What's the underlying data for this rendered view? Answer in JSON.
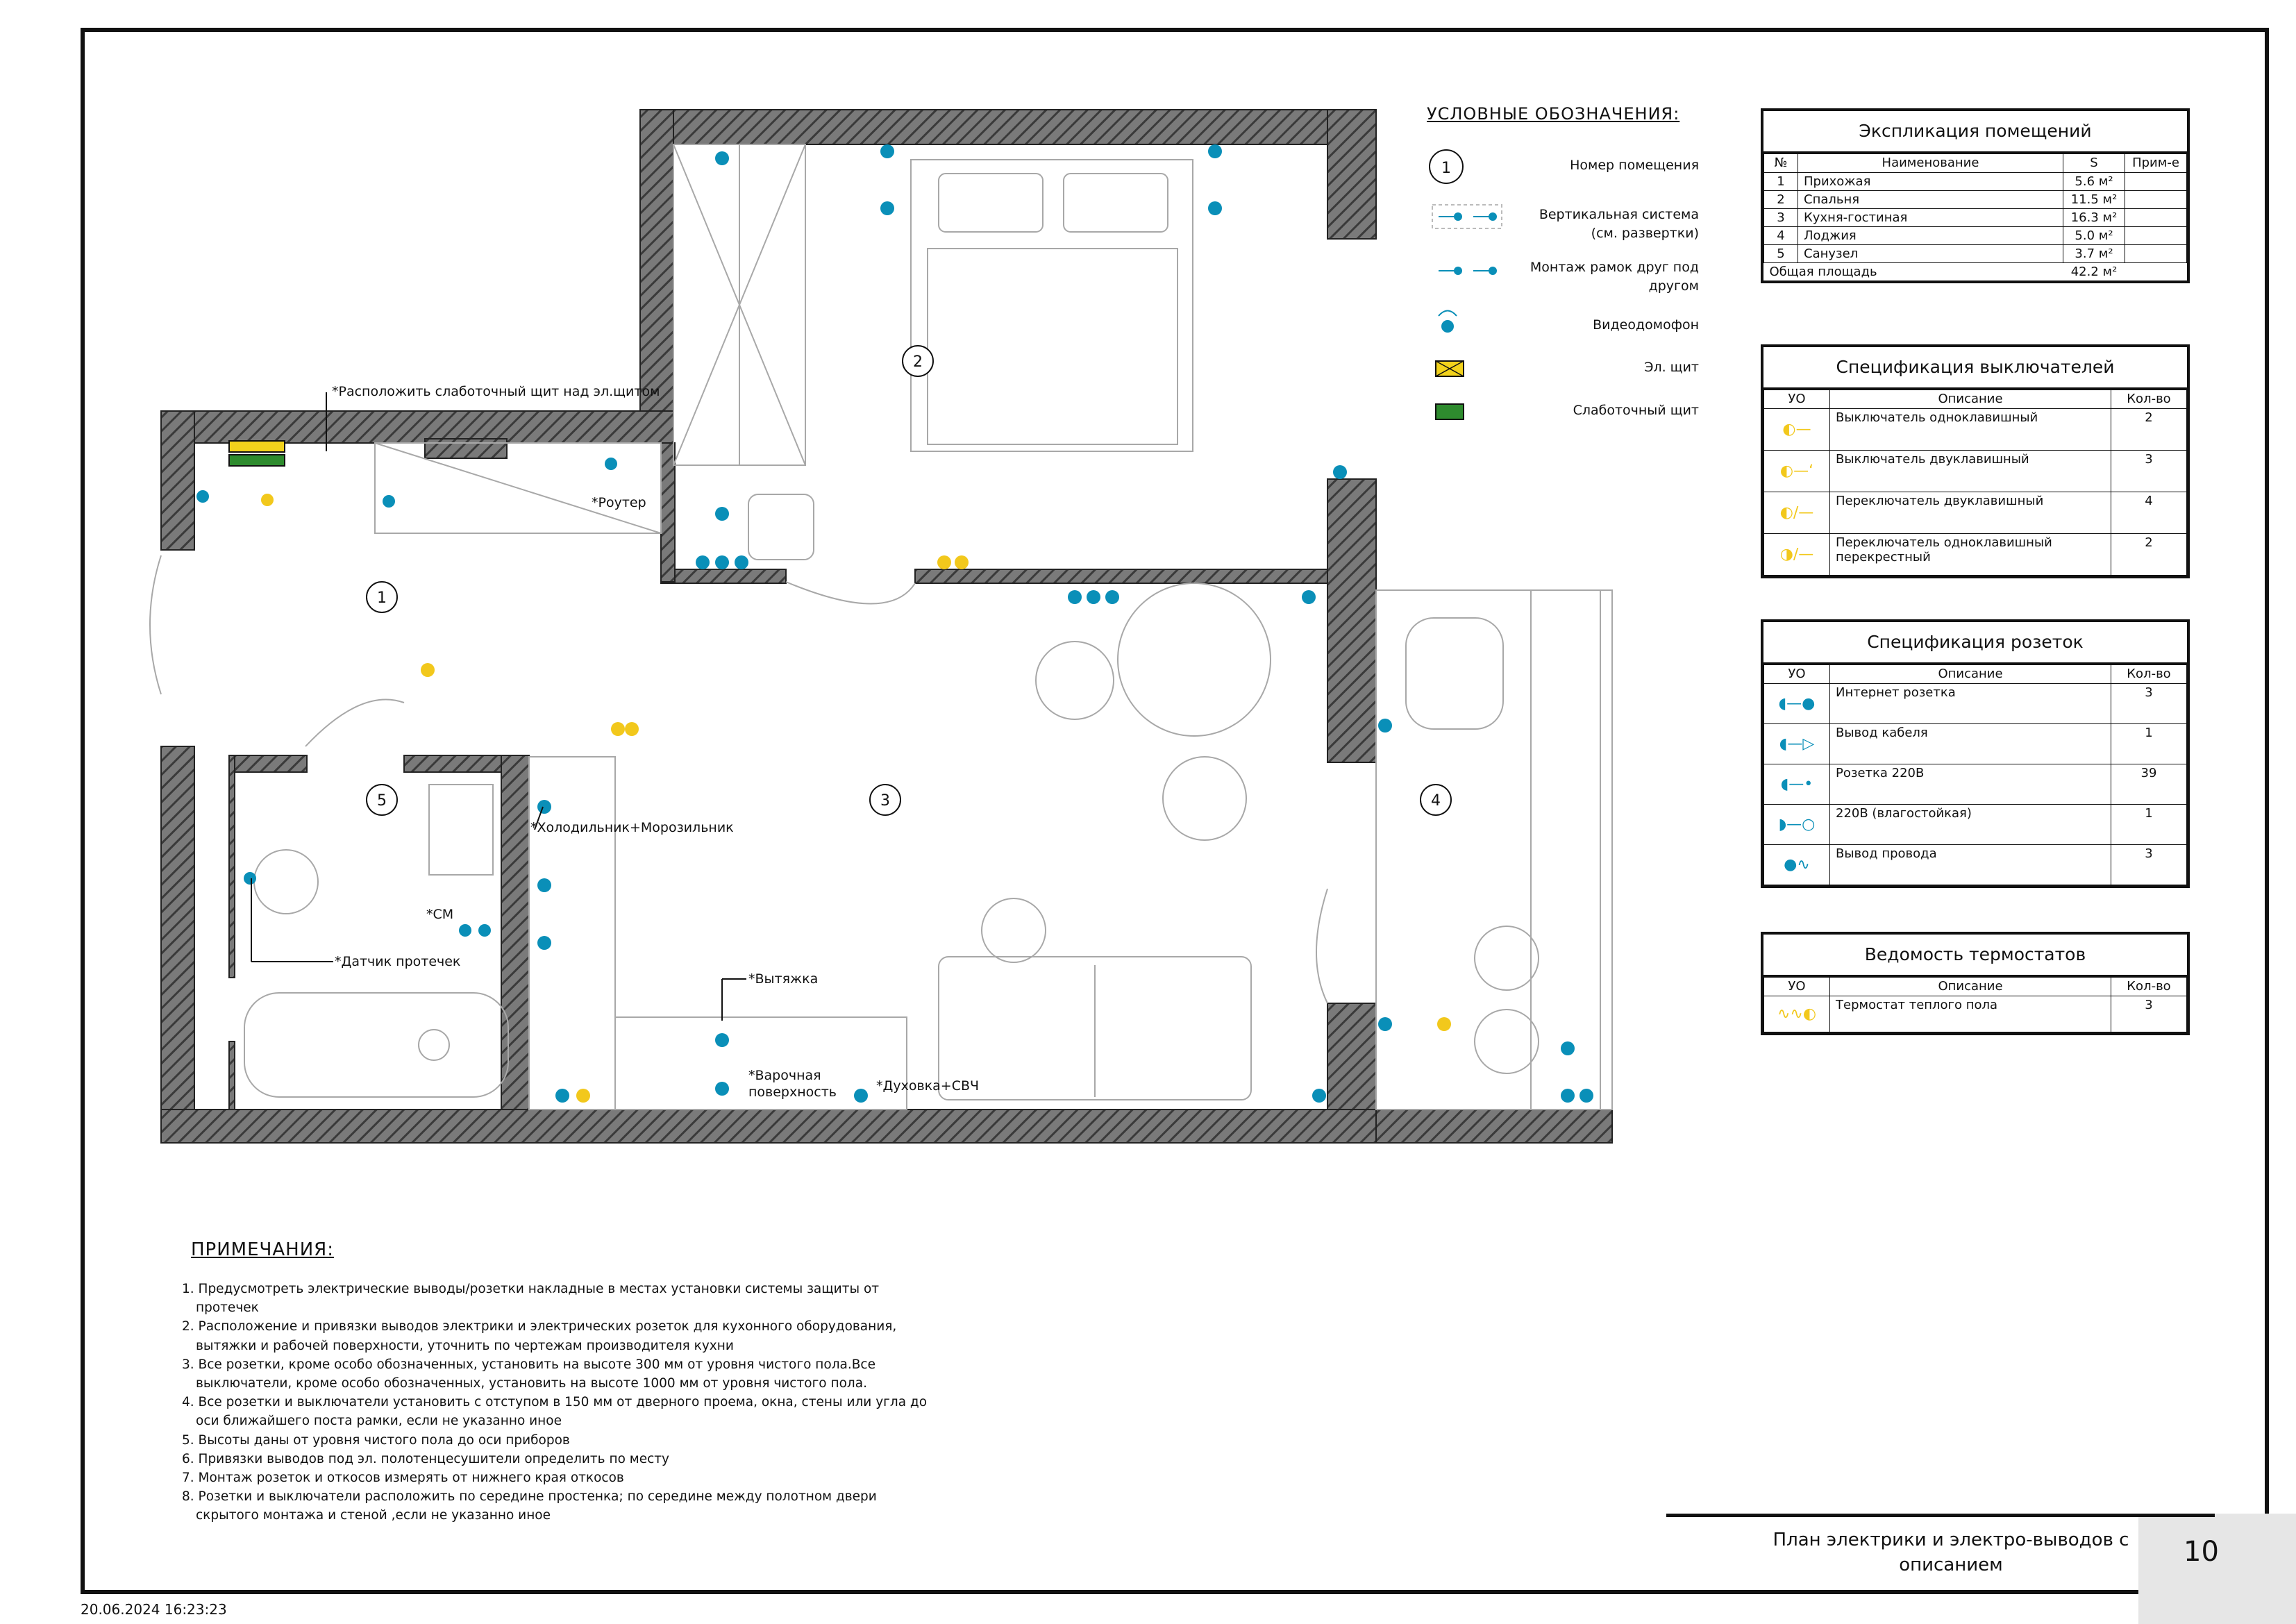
{
  "legend": {
    "title": "УСЛОВНЫЕ ОБОЗНАЧЕНИЯ:",
    "room_symbol": "1",
    "items": [
      {
        "label": "Номер помещения",
        "icon": "room-number-circle"
      },
      {
        "label": "Вертикальная система (см. развертки)",
        "icon": "vertical-system"
      },
      {
        "label": "Монтаж рамок друг под другом",
        "icon": "stacked-frames"
      },
      {
        "label": "Видеодомофон",
        "icon": "intercom"
      },
      {
        "label": "Эл. щит",
        "icon": "electric-panel",
        "color": "#f2d21c"
      },
      {
        "label": "Слаботочный щит",
        "icon": "low-current-panel",
        "color": "#2e8b2e"
      }
    ]
  },
  "rooms_table": {
    "title": "Экспликация помещений",
    "headers": [
      "№",
      "Наименование",
      "S",
      "Прим-е"
    ],
    "rows": [
      [
        "1",
        "Прихожая",
        "5.6 м²",
        ""
      ],
      [
        "2",
        "Спальня",
        "11.5 м²",
        ""
      ],
      [
        "3",
        "Кухня-гостиная",
        "16.3 м²",
        ""
      ],
      [
        "4",
        "Лоджия",
        "5.0 м²",
        ""
      ],
      [
        "5",
        "Санузел",
        "3.7 м²",
        ""
      ]
    ],
    "total_label": "Общая площадь",
    "total_value": "42.2 м²"
  },
  "switches_table": {
    "title": "Спецификация выключателей",
    "headers": [
      "УО",
      "Описание",
      "Кол-во"
    ],
    "rows": [
      {
        "desc": "Выключатель одноклавишный",
        "qty": "2",
        "icon": "switch-single-icon"
      },
      {
        "desc": "Выключатель двуклавишный",
        "qty": "3",
        "icon": "switch-double-icon"
      },
      {
        "desc": "Переключатель двуклавишный",
        "qty": "4",
        "icon": "toggle-double-icon"
      },
      {
        "desc": "Переключатель одноклавишный перекрестный",
        "qty": "2",
        "icon": "toggle-cross-icon"
      }
    ]
  },
  "sockets_table": {
    "title": "Спецификация розеток",
    "headers": [
      "УО",
      "Описание",
      "Кол-во"
    ],
    "rows": [
      {
        "desc": "Интернет розетка",
        "qty": "3",
        "icon": "internet-socket-icon"
      },
      {
        "desc": "Вывод кабеля",
        "qty": "1",
        "icon": "cable-outlet-icon"
      },
      {
        "desc": "Розетка 220В",
        "qty": "39",
        "icon": "socket-220-icon"
      },
      {
        "desc": "220В (влагостойкая)",
        "qty": "1",
        "icon": "socket-waterproof-icon"
      },
      {
        "desc": "Вывод провода",
        "qty": "3",
        "icon": "wire-outlet-icon"
      }
    ]
  },
  "thermostat_table": {
    "title": "Ведомость термостатов",
    "headers": [
      "УО",
      "Описание",
      "Кол-во"
    ],
    "rows": [
      {
        "desc": "Термостат теплого пола",
        "qty": "3",
        "icon": "thermostat-icon"
      }
    ]
  },
  "plan": {
    "room_numbers": [
      "1",
      "2",
      "3",
      "4",
      "5"
    ],
    "labels": {
      "lowcurrent_note": "*Расположить слаботочный щит над эл.щитом",
      "router": "*Роутер",
      "fridge": "*Холодильник+Морозильник",
      "washer": "*СМ",
      "leak_sensor": "*Датчик протечек",
      "hood": "*Вытяжка",
      "hob": "*Варочная поверхность",
      "oven": "*Духовка+СВЧ"
    },
    "colors": {
      "accent_blue": "#0a8fb8",
      "accent_yellow": "#f2c81c",
      "wall_hatch": "#555555"
    }
  },
  "notes": {
    "title": "ПРИМЕЧАНИЯ:",
    "items": [
      "1. Предусмотреть электрические выводы/розетки накладные в местах установки системы защиты от протечек",
      "2. Расположение и привязки выводов электрики и электрических розеток для кухонного оборудования, вытяжки и рабочей поверхности, уточнить по чертежам производителя кухни",
      "3. Все розетки, кроме особо обозначенных, установить на высоте 300 мм от уровня чистого пола.Все выключатели, кроме особо обозначенных, установить на высоте 1000 мм от уровня чистого пола.",
      "4. Все розетки и выключатели установить с отступом в 150 мм от дверного проема, окна, стены или угла до оси ближайшего поста рамки, если не указанно иное",
      "5. Высоты даны от уровня чистого пола до оси приборов",
      "6. Привязки выводов под эл. полотенцесушители определить по месту",
      "7. Монтаж розеток и откосов измерять от нижнего края откосов",
      "8. Розетки и выключатели расположить по середине простенка; по середине между полотном двери скрытого монтажа и стеной ,если не указанно иное"
    ]
  },
  "title_block": {
    "title": "План электрики и электро-выводов с описанием",
    "sheet": "10"
  },
  "timestamp": "20.06.2024 16:23:23"
}
